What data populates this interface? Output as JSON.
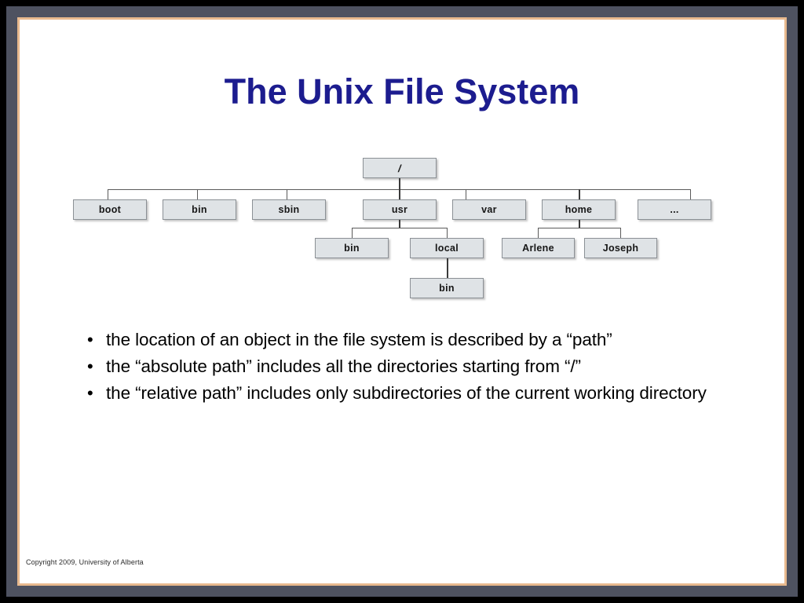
{
  "slide": {
    "title": "The Unix File System",
    "footer": "Copyright 2009, University of Alberta",
    "colors": {
      "title": "#1c1c8f",
      "node_fill": "#dfe3e6",
      "node_border": "#8b9095",
      "frame_outer": "#4e5260",
      "frame_inner": "#e8b98e",
      "canvas": "#ffffff",
      "connector": "#5a5a5a",
      "text": "#000000"
    }
  },
  "diagram": {
    "type": "tree",
    "name": "unix-file-system-tree",
    "nodes": [
      {
        "id": "root",
        "label": "/",
        "level": 0
      },
      {
        "id": "boot",
        "label": "boot",
        "level": 1,
        "parent": "root"
      },
      {
        "id": "bin",
        "label": "bin",
        "level": 1,
        "parent": "root"
      },
      {
        "id": "sbin",
        "label": "sbin",
        "level": 1,
        "parent": "root"
      },
      {
        "id": "usr",
        "label": "usr",
        "level": 1,
        "parent": "root"
      },
      {
        "id": "var",
        "label": "var",
        "level": 1,
        "parent": "root"
      },
      {
        "id": "home",
        "label": "home",
        "level": 1,
        "parent": "root"
      },
      {
        "id": "more",
        "label": "...",
        "level": 1,
        "parent": "root"
      },
      {
        "id": "usrbin",
        "label": "bin",
        "level": 2,
        "parent": "usr"
      },
      {
        "id": "local",
        "label": "local",
        "level": 2,
        "parent": "usr"
      },
      {
        "id": "arlene",
        "label": "Arlene",
        "level": 2,
        "parent": "home"
      },
      {
        "id": "joseph",
        "label": "Joseph",
        "level": 2,
        "parent": "home"
      },
      {
        "id": "localbin",
        "label": "bin",
        "level": 3,
        "parent": "local"
      }
    ]
  },
  "bullets": [
    {
      "marker": "•",
      "text": "the location of an object in the file system is described by a “path”"
    },
    {
      "marker": "•",
      "text": "the “absolute path” includes all the directories starting from “/”"
    },
    {
      "marker": "•",
      "text": "the “relative path” includes only subdirectories of the current working directory"
    }
  ]
}
